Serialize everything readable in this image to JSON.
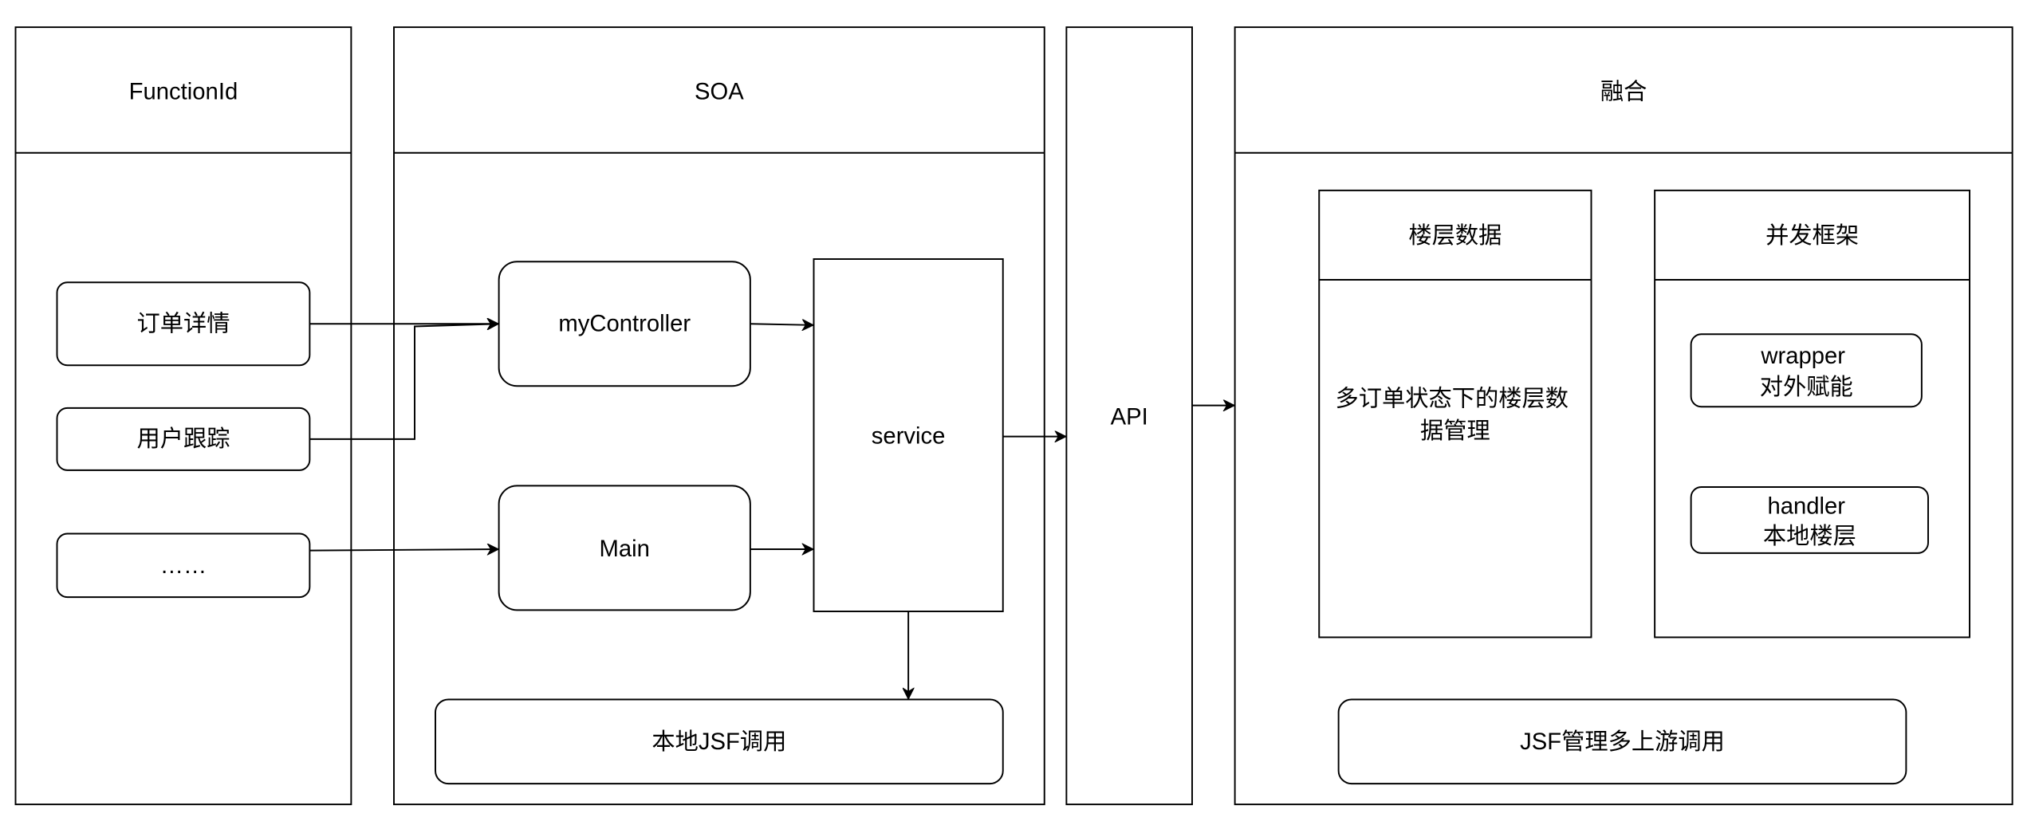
{
  "colors": {
    "stroke": "#000000",
    "background": "#ffffff"
  },
  "function_id": {
    "title": "FunctionId",
    "items": [
      "订单详情",
      "用户跟踪",
      "……"
    ]
  },
  "soa": {
    "title": "SOA",
    "controller": "myController",
    "main": "Main",
    "service": "service",
    "local_jsf": "本地JSF调用"
  },
  "api": {
    "label": "API"
  },
  "fusion": {
    "title": "融合",
    "floor_data": {
      "title": "楼层数据",
      "body_lines": [
        "多订单状态下的楼层数",
        "据管理"
      ]
    },
    "concurrency": {
      "title": "并发框架",
      "wrapper_lines": [
        "wrapper",
        "对外赋能"
      ],
      "handler_lines": [
        "handler",
        "本地楼层"
      ]
    },
    "jsf_upstream": "JSF管理多上游调用"
  }
}
